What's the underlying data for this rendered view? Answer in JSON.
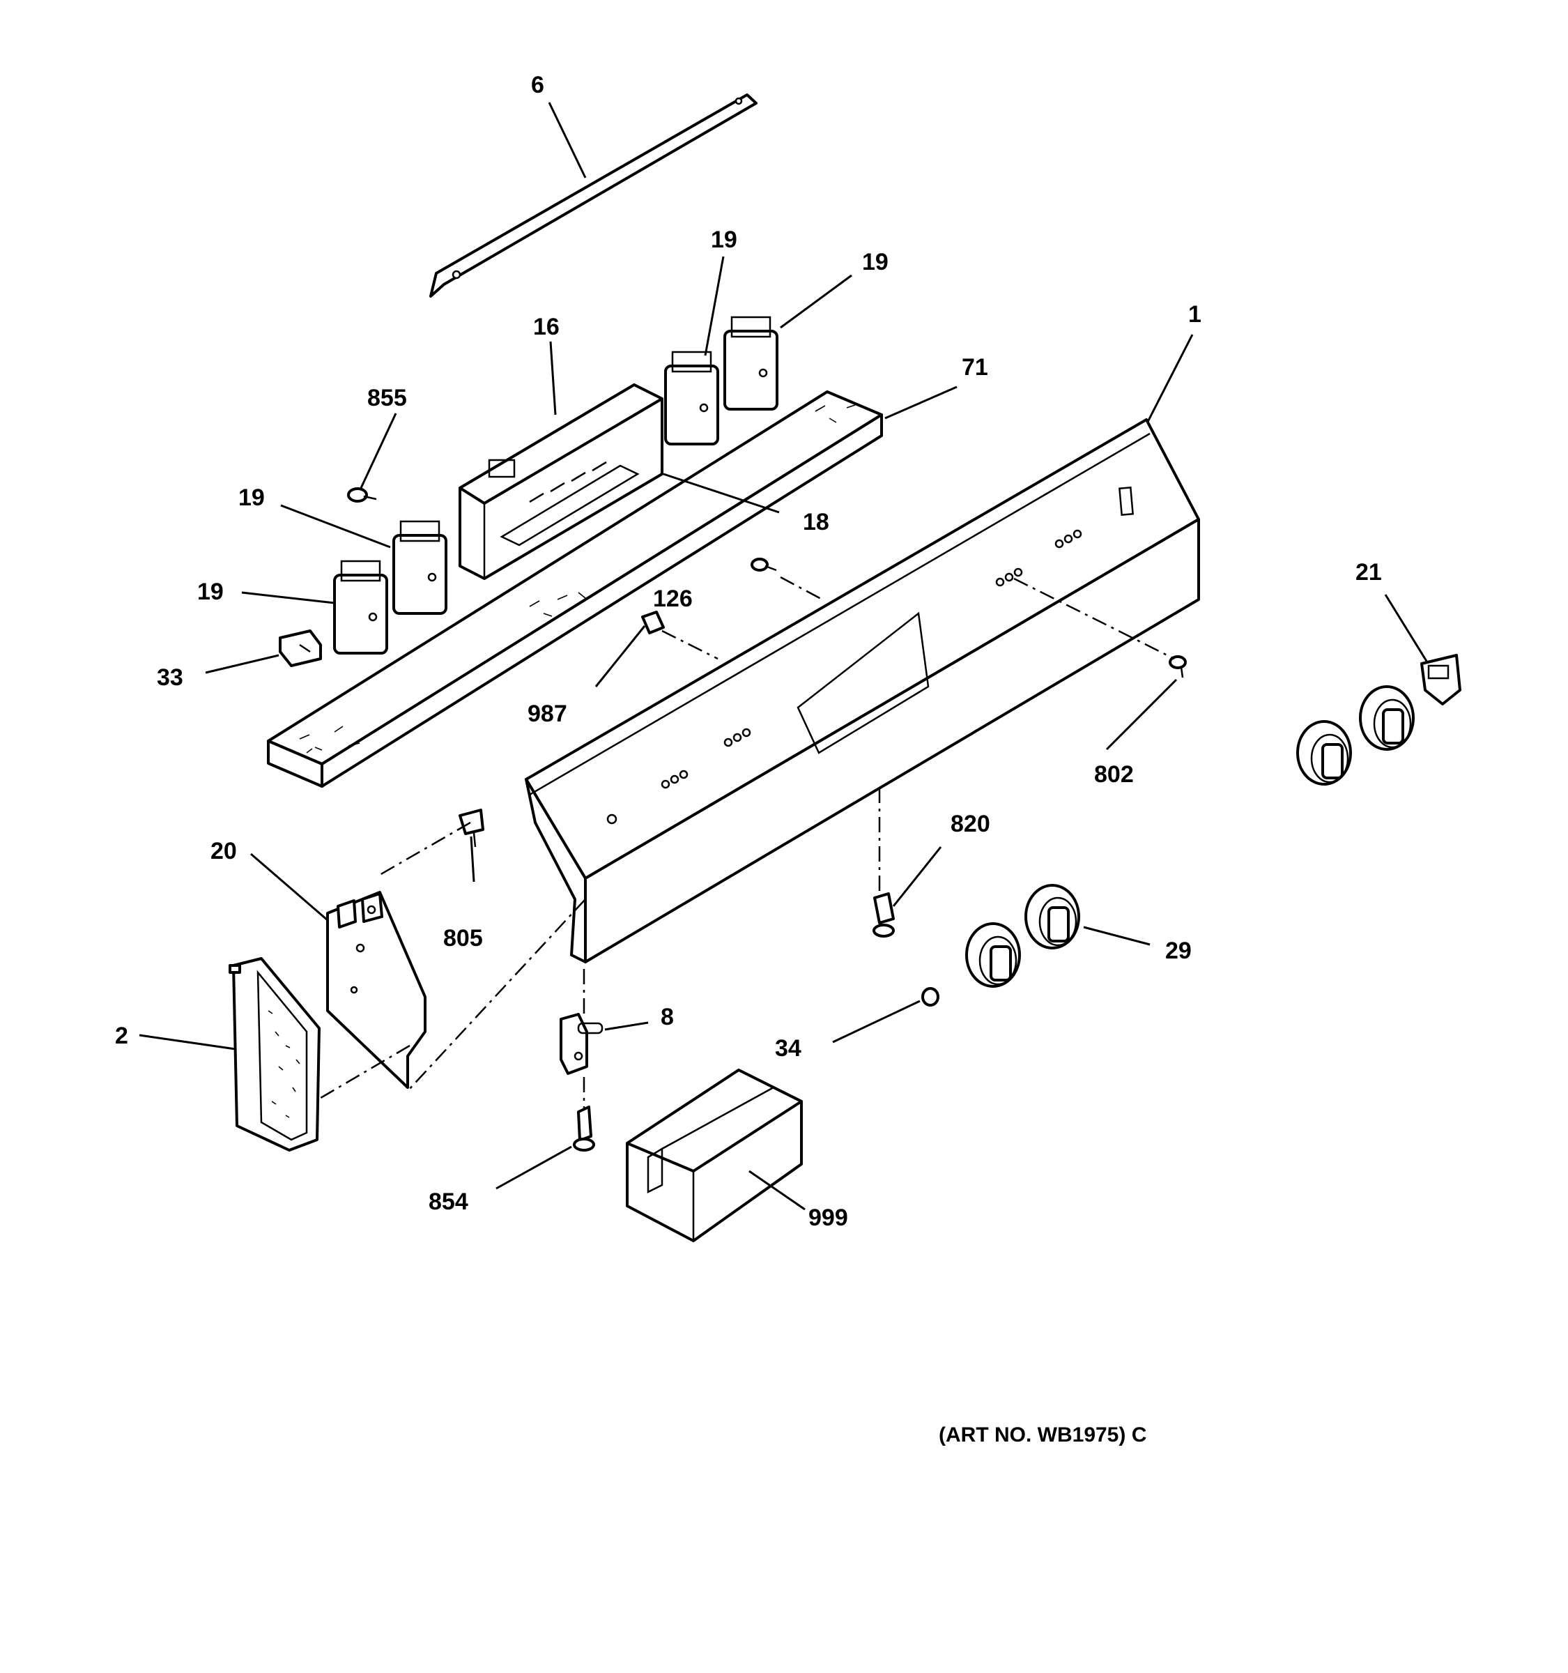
{
  "callouts": {
    "p1": "1",
    "p2": "2",
    "p6": "6",
    "p8": "8",
    "p16": "16",
    "p18": "18",
    "p19a": "19",
    "p19b": "19",
    "p19c": "19",
    "p19d": "19",
    "p20": "20",
    "p21": "21",
    "p29": "29",
    "p33": "33",
    "p34": "34",
    "p71": "71",
    "p126": "126",
    "p802": "802",
    "p805": "805",
    "p820": "820",
    "p854": "854",
    "p855": "855",
    "p987": "987",
    "p999": "999"
  },
  "art_number": "(ART NO. WB1975) C"
}
